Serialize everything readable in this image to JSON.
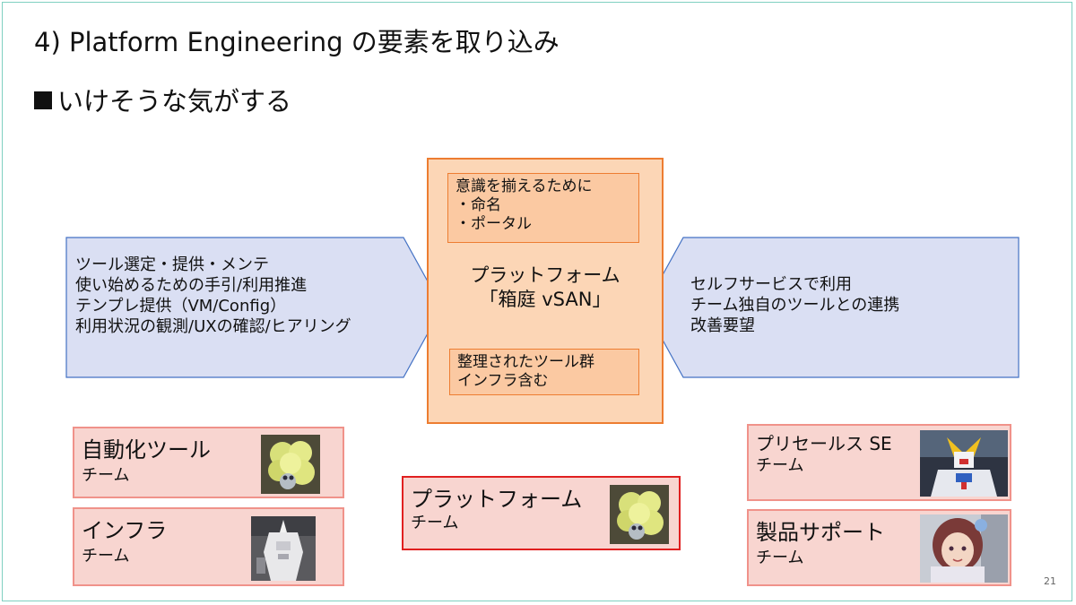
{
  "slide": {
    "title": "4) Platform Engineering の要素を取り込み",
    "subtitle": "いけそうな気がする",
    "page_number": "21"
  },
  "left_arrow": {
    "lines": [
      "ツール選定・提供・メンテ",
      "使い始めるための手引/利用推進",
      "テンプレ提供（VM/Config）",
      "利用状況の観測/UXの確認/ヒアリング"
    ]
  },
  "right_arrow": {
    "lines": [
      "セルフサービスで利用",
      "チーム独自のツールとの連携",
      "改善要望"
    ]
  },
  "platform": {
    "top_box_lines": [
      "意識を揃えるために",
      "・命名",
      "・ポータル"
    ],
    "center_lines": [
      "プラットフォーム",
      "「箱庭 vSAN」"
    ],
    "bottom_box_lines": [
      "整理されたツール群",
      "インフラ含む"
    ]
  },
  "teams": {
    "automation": {
      "name": "自動化ツール",
      "sub": "チーム"
    },
    "infra": {
      "name": "インフラ",
      "sub": "チーム"
    },
    "platform": {
      "name": "プラットフォーム",
      "sub": "チーム"
    },
    "presales": {
      "name": "プリセールス SE",
      "sub": "チーム"
    },
    "support": {
      "name": "製品サポート",
      "sub": "チーム"
    }
  },
  "colors": {
    "arrow_fill": "#dadff3",
    "arrow_stroke": "#4472c4",
    "platform_fill": "#fcd6b6",
    "platform_stroke": "#ed7d31",
    "team_fill": "#f8d5d0",
    "team_stroke": "#f0928a",
    "highlight_stroke": "#e02020",
    "frame": "#7fd0c0"
  }
}
